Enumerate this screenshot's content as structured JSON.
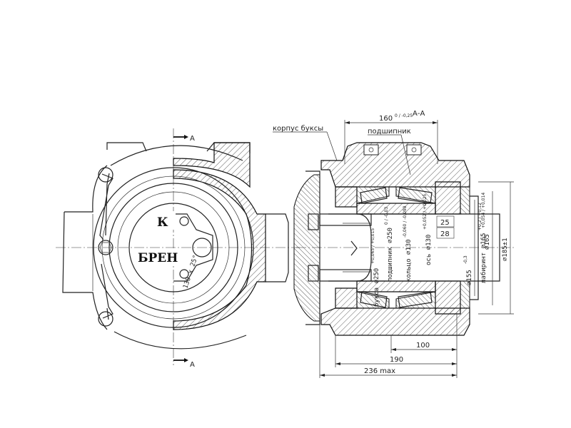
{
  "section": "А-А",
  "cut_left_top": "А",
  "cut_left_bottom": "А",
  "labels": {
    "housing": "корпус буксы",
    "bearing": "подшипник",
    "bore_housing": "букса ⌀250",
    "bore_housing_tol": "+0,065 / +0,015",
    "bore_bearing": "подшипник ⌀250",
    "bore_bearing_tol": "0 / -0,03",
    "ring": "кольцо ⌀130",
    "ring_tol": "-0,060 / -0,098",
    "axle": "ось ⌀130",
    "axle_tol": "+0,052 / +0,025",
    "labyrinth": "лабиринт ⌀165",
    "labyrinth_tol": "+0,2 / +0,12",
    "bolt": "130 х 25°",
    "text_k": "К",
    "text_bren": "БРЕН"
  },
  "dims": {
    "top_width": "160",
    "top_width_tol": "0 / -0,25",
    "d155": "⌀155",
    "d155_tol": "-0,3",
    "d165": "⌀165",
    "d165_tol": "+0,054 / +0,014",
    "d185": "⌀185±1",
    "n25": "25",
    "n28": "28",
    "n100": "100",
    "n190": "190",
    "n236": "236 max"
  }
}
